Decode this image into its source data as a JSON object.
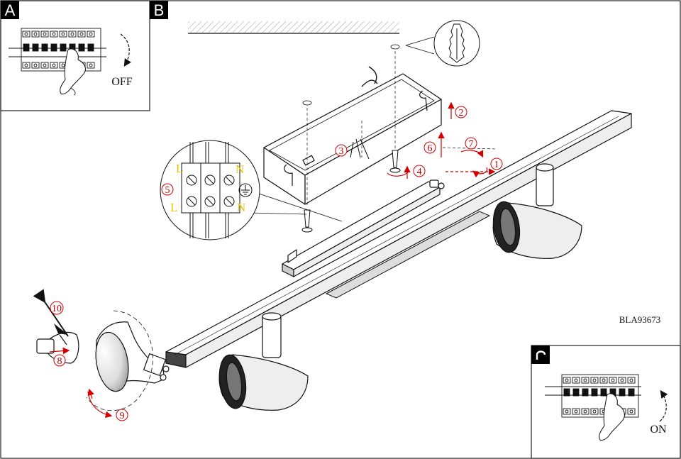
{
  "panels": {
    "a": {
      "letter": "A",
      "switch_label": "OFF"
    },
    "b": {
      "letter": "B"
    },
    "c": {
      "switch_label": "ON"
    }
  },
  "model_code": "BLA93673",
  "wiring": {
    "left_top": "L",
    "right_top": "N",
    "left_bottom": "L",
    "right_bottom": "N"
  },
  "steps": [
    "1",
    "2",
    "3",
    "4",
    "5",
    "6",
    "7",
    "8",
    "9",
    "10"
  ],
  "colors": {
    "arrow": "#d40000",
    "line": "#111111",
    "wire_label": "#e6c800"
  }
}
